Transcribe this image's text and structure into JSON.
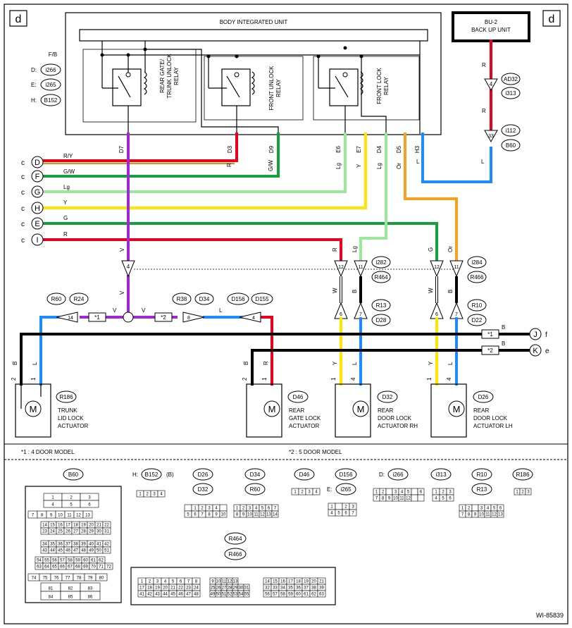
{
  "corner": {
    "left": "d",
    "right": "d"
  },
  "biu": {
    "title": "BODY INTEGRATED UNIT"
  },
  "relays": [
    {
      "l1": "REAR GATE/",
      "l2": "TRUNK UNLOCK",
      "l3": "RELAY"
    },
    {
      "l1": "FRONT UNLOCK",
      "l2": "RELAY"
    },
    {
      "l1": "FRONT LOCK",
      "l2": "RELAY"
    }
  ],
  "bu2": {
    "l1": "BU-2",
    "l2": "BACK UP UNIT"
  },
  "fb": {
    "label": "F/B",
    "rows": [
      {
        "pre": "D:",
        "id": "i266"
      },
      {
        "pre": "E:",
        "id": "i265"
      },
      {
        "pre": "H:",
        "id": "B152"
      }
    ]
  },
  "pins": {
    "d7": "D7",
    "d3": "D3",
    "d9": "D9",
    "e6": "E6",
    "e7": "E7",
    "d4": "D4",
    "d5": "D5",
    "h3": "H3"
  },
  "wirecolors": {
    "v": "V",
    "r": "R",
    "gw": "G/W",
    "lg": "Lg",
    "y": "Y",
    "g": "G",
    "b": "B",
    "w": "W",
    "l": "L",
    "or": "Or",
    "ry": "R/Y"
  },
  "bus": [
    {
      "c": "c",
      "id": "D",
      "color": "R/Y"
    },
    {
      "c": "c",
      "id": "F",
      "color": "G/W"
    },
    {
      "c": "c",
      "id": "G",
      "color": "Lg"
    },
    {
      "c": "c",
      "id": "H",
      "color": "Y"
    },
    {
      "c": "c",
      "id": "E",
      "color": "G"
    },
    {
      "c": "c",
      "id": "I",
      "color": "R"
    }
  ],
  "conn": {
    "ad32": "AD32",
    "i313": "i313",
    "i112": "i112",
    "b60": "B60",
    "i282": "i282",
    "r464": "R464",
    "i284": "i284",
    "r466": "R466",
    "r13": "R13",
    "d28": "D28",
    "r10": "R10",
    "d22": "D22",
    "r60": "R60",
    "r24": "R24",
    "r38": "R38",
    "d34": "D34",
    "d156": "D156",
    "d155": "D155",
    "r186": "R186",
    "d46": "D46",
    "d32": "D32",
    "d26": "D26"
  },
  "pinnums": {
    "p4": "4",
    "p33": "33",
    "p12": "12",
    "p11": "11",
    "p14": "14",
    "p8": "8",
    "p6": "6",
    "p7": "7",
    "p1": "1",
    "p2": "2"
  },
  "stars": {
    "s1": "*1",
    "s2": "*2"
  },
  "right": [
    {
      "id": "J",
      "to": "f"
    },
    {
      "id": "K",
      "to": "e"
    }
  ],
  "motor": "M",
  "actuators": [
    {
      "l1": "TRUNK",
      "l2": "LID LOCK",
      "l3": "ACTUATOR"
    },
    {
      "l1": "REAR",
      "l2": "GATE LOCK",
      "l3": "ACTUATOR"
    },
    {
      "l1": "REAR",
      "l2": "DOOR LOCK",
      "l3": "ACTUATOR RH"
    },
    {
      "l1": "REAR",
      "l2": "DOOR LOCK",
      "l3": "ACTUATOR LH"
    }
  ],
  "notes": {
    "n1": "*1  : 4 DOOR MODEL",
    "n2": "*2  : 5 DOOR MODEL"
  },
  "legend": {
    "b60": "B60",
    "h": "H:",
    "b152": "B152",
    "b": "(B)",
    "d26": "D26",
    "d32": "D32",
    "d34": "D34",
    "r60": "R60",
    "d46": "D46",
    "d156": "D156",
    "e": "E:",
    "i265": "i265",
    "d": "D:",
    "i266": "i266",
    "i313": "i313",
    "r10": "R10",
    "r13": "R13",
    "r186": "R186",
    "r464": "R464",
    "r466": "R466"
  },
  "footer": "WI-85839"
}
